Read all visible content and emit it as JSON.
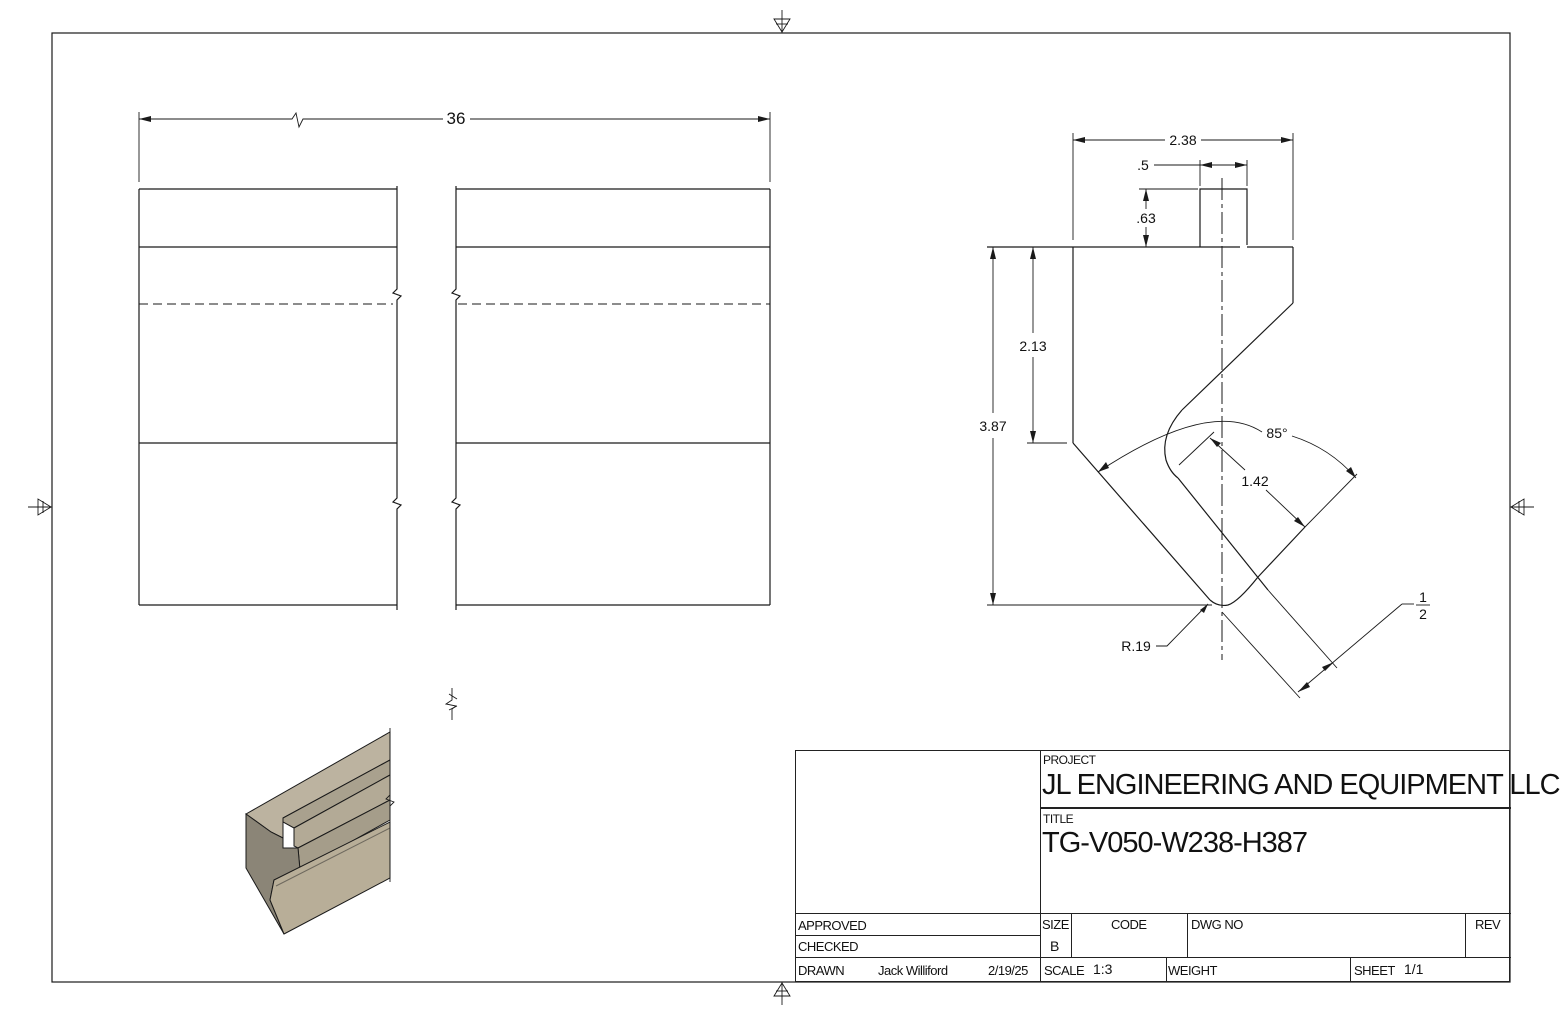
{
  "drawing": {
    "front_view": {
      "overall_length": "36"
    },
    "section_view": {
      "width": "2.38",
      "slot_width": ".5",
      "slot_depth": ".63",
      "upper_height": "2.13",
      "total_height": "3.87",
      "v_angle": "85°",
      "v_depth": "1.42",
      "tip_radius": "R.19",
      "flat_width_num": "1",
      "flat_width_den": "2"
    }
  },
  "title_block": {
    "project_label": "PROJECT",
    "project_name": "JL ENGINEERING AND EQUIPMENT LLC",
    "title_label": "TITLE",
    "title_value": "TG-V050-W238-H387",
    "approved_label": "APPROVED",
    "approved_value": "",
    "checked_label": "CHECKED",
    "checked_value": "",
    "drawn_label": "DRAWN",
    "drawn_by": "Jack Williford",
    "drawn_date": "2/19/25",
    "size_label": "SIZE",
    "size_value": "B",
    "code_label": "CODE",
    "dwg_no_label": "DWG NO",
    "rev_label": "REV",
    "scale_label": "SCALE",
    "scale_value": "1:3",
    "weight_label": "WEIGHT",
    "sheet_label": "SHEET",
    "sheet_value": "1/1"
  },
  "colors": {
    "line": "#1a1a1a",
    "model_light": "#b5ac98",
    "model_mid": "#9f9784",
    "model_dark": "#7f796c"
  }
}
